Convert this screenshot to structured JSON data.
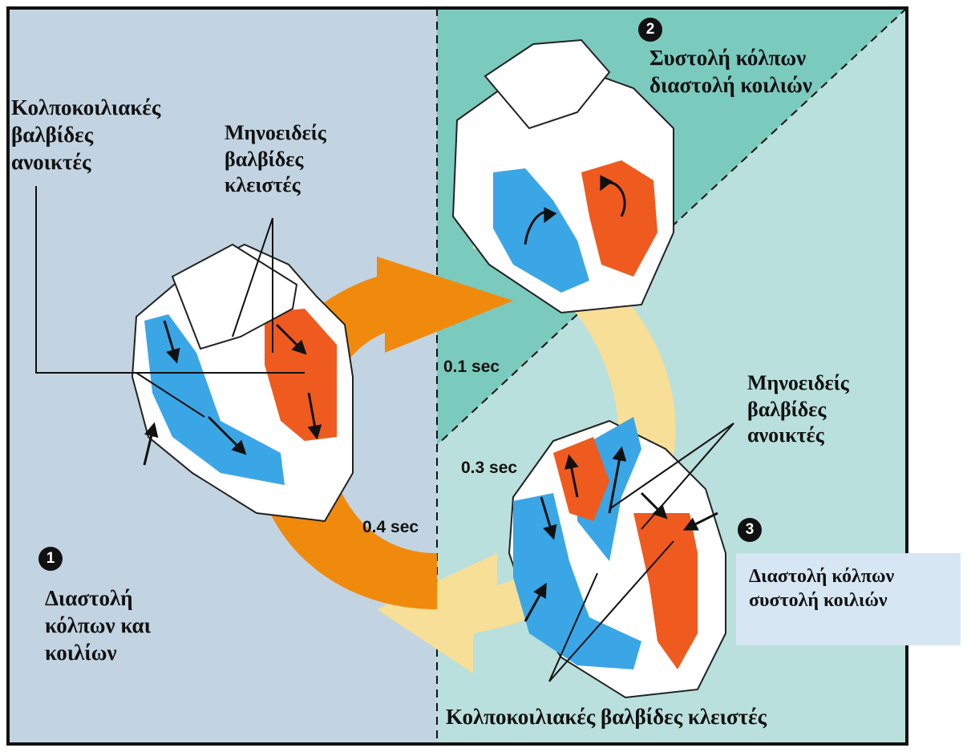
{
  "phases": [
    {
      "number": "1",
      "title": "Διαστολή\nκόλπων και\nκοιλίων"
    },
    {
      "number": "2",
      "title": "Συστολή κόλπων\nδιαστολή κοιλιών"
    },
    {
      "number": "3",
      "title": "Διαστολή κόλπων\nσυστολή κοιλιών"
    }
  ],
  "times": {
    "t1": "0.1 sec",
    "t2": "0.3 sec",
    "t3": "0.4 sec"
  },
  "labels": {
    "av_open": "Κολποκοιλιακές\nβαλβίδες\nανοικτές",
    "semilunar_closed": "Μηνοειδείς\nβαλβίδες\nκλειστές",
    "semilunar_open": "Μηνοειδείς\nβαλβίδες\nανοικτές",
    "av_closed": "Κολποκοιλιακές βαλβίδες κλειστές"
  },
  "colors": {
    "left_bg": "#c2d4e1",
    "right_bg": "#b9e0dc",
    "teal": "#7bcabe",
    "arrow_orange": "#f08a0c",
    "arrow_pale": "#f7df98",
    "blood_blue": "#3aa6e6",
    "blood_red": "#ef5a1e"
  }
}
